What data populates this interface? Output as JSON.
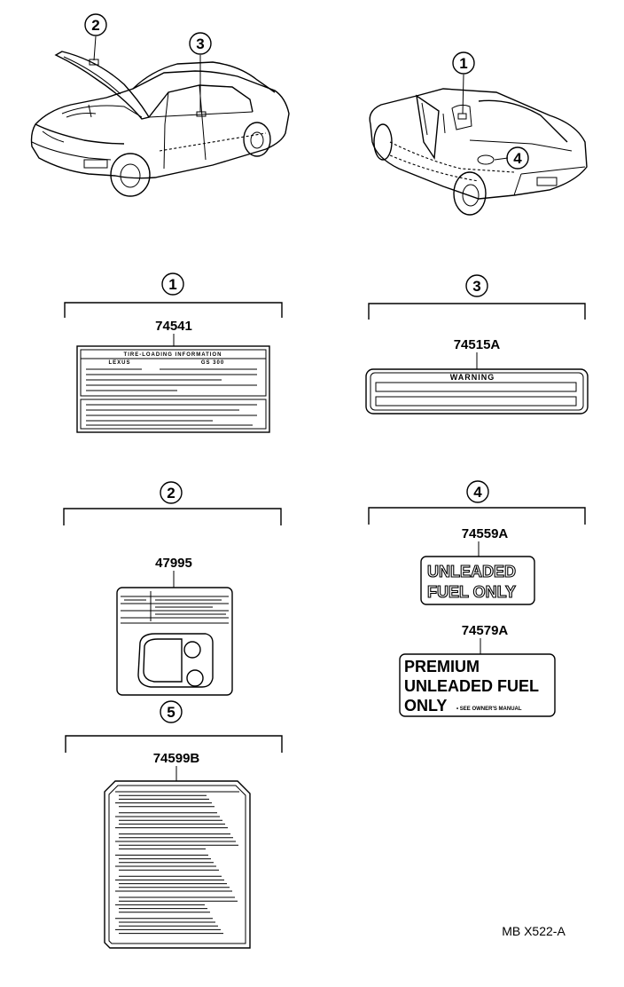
{
  "callouts": [
    "1",
    "2",
    "3",
    "4",
    "5"
  ],
  "parts": {
    "p1": {
      "part_number": "74541",
      "line1": "TIRE-LOADING INFORMATION",
      "line2": "LEXUS",
      "line3": "GS 300"
    },
    "p2": {
      "part_number": "47995"
    },
    "p3": {
      "part_number": "74515A",
      "text": "WARNING"
    },
    "p4a": {
      "part_number": "74559A",
      "line1": "UNLEADED",
      "line2": "FUEL ONLY"
    },
    "p4b": {
      "part_number": "74579A",
      "line1": "PREMIUM",
      "line2": "UNLEADED FUEL",
      "line3": "ONLY",
      "note": "• SEE OWNER'S MANUAL"
    },
    "p5": {
      "part_number": "74599B"
    }
  },
  "reference": "MB X522-A"
}
